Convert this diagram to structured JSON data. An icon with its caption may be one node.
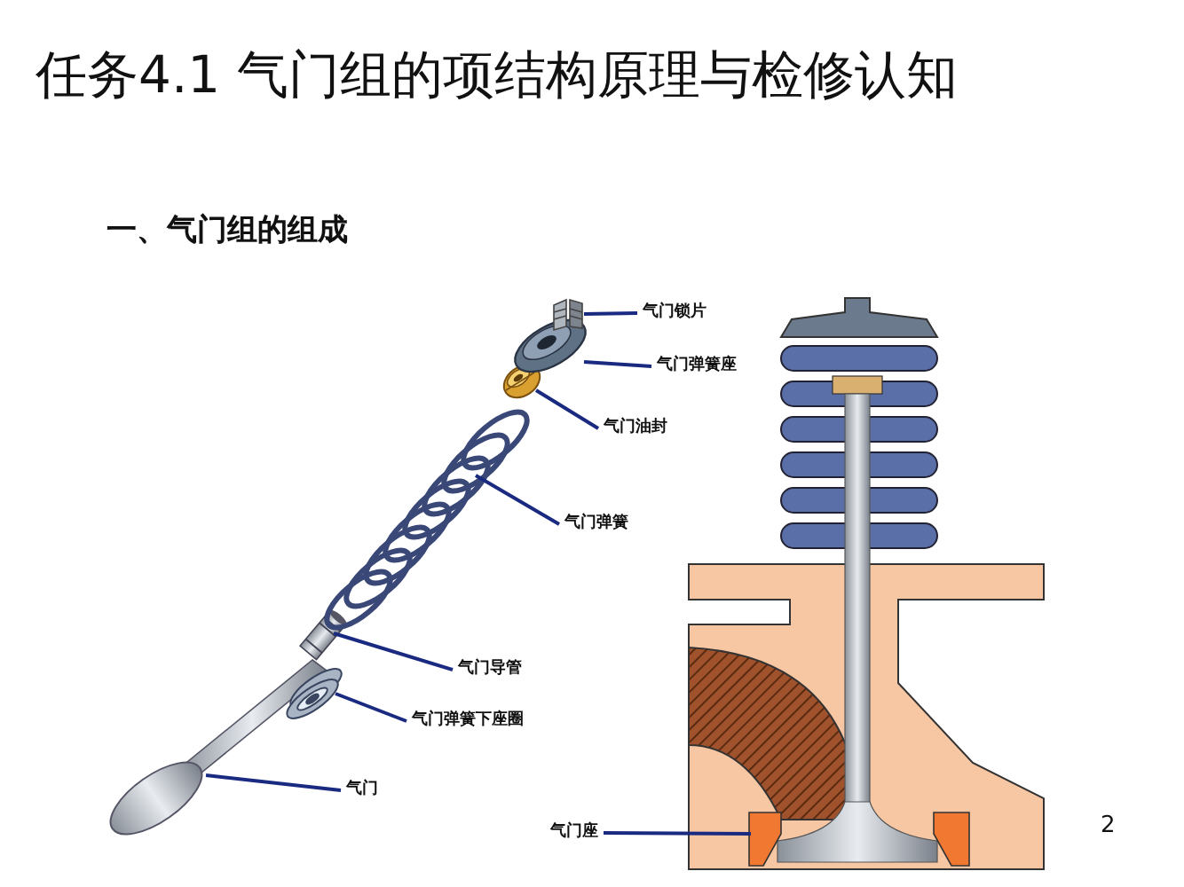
{
  "diagram": {
    "title": "任务4.1  气门组的项结构原理与检修认知",
    "nodes": [
      {
        "text": [
          "气门锁片"
        ]
      },
      {
        "text": [
          "气门弹簧座"
        ]
      },
      {
        "text": [
          "气门油封"
        ]
      },
      {
        "text": [
          "气门弹簧"
        ]
      },
      {
        "text": [
          "气门导管"
        ]
      },
      {
        "text": [
          "气门弹簧下座圈"
        ]
      },
      {
        "text": [
          "气门"
        ]
      },
      {
        "text": [
          "气门座"
        ]
      },
      {
        "text": [],
        "shape": "picture"
      },
      {
        "text": [],
        "shape": "picture"
      },
      {
        "text": [],
        "shape": "picture"
      },
      {
        "text": [],
        "shape": "picture"
      },
      {
        "text": [],
        "shape": "picture"
      },
      {
        "text": [],
        "shape": "picture"
      },
      {
        "text": [],
        "shape": "picture"
      },
      {
        "text": [],
        "shape": "picture"
      }
    ],
    "edges": [
      {
        "from": 0,
        "to": 8,
        "arrow": "none"
      },
      {
        "from": 1,
        "to": 9,
        "arrow": "none"
      },
      {
        "from": 2,
        "to": 10,
        "arrow": "none"
      },
      {
        "from": 3,
        "to": 11,
        "arrow": "none"
      },
      {
        "from": 4,
        "to": 12,
        "arrow": "none"
      },
      {
        "from": 5,
        "to": 13,
        "arrow": "none"
      },
      {
        "from": 6,
        "to": 14,
        "arrow": "none"
      },
      {
        "from": 7,
        "to": 15,
        "arrow": "none"
      }
    ],
    "labels": [
      "一、气门组的组成",
      "2"
    ]
  }
}
